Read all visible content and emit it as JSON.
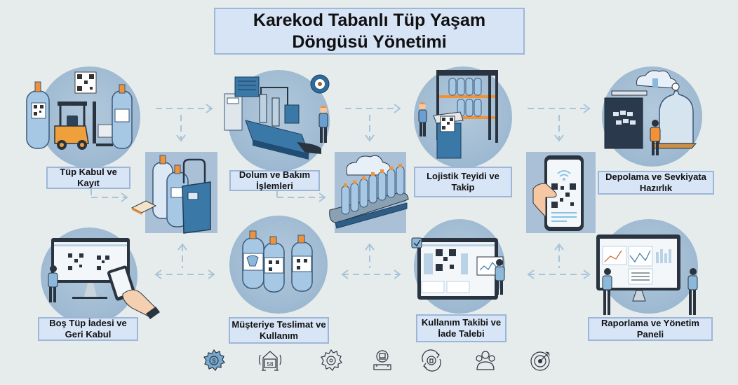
{
  "title": {
    "line1": "Karekod Tabanlı Tüp Yaşam",
    "line2": "Döngüsü Yönetimi"
  },
  "stages": [
    {
      "id": "tup-kabul",
      "line1": "Tüp Kabul ve",
      "line2": "Kayıt",
      "illustration": "forklift-cylinders-qr"
    },
    {
      "id": "dolum-bakim",
      "line1": "Dolum ve Bakım",
      "line2": "İşlemleri",
      "illustration": "filling-machine-worker"
    },
    {
      "id": "lojistik",
      "line1": "Lojistik Teyidi ve",
      "line2": "Takip",
      "illustration": "warehouse-rack-qr-scan"
    },
    {
      "id": "depolama",
      "line1": "Depolama ve Sevkiyata",
      "line2": "Hazırlık",
      "illustration": "storage-cloud-cylinder"
    },
    {
      "id": "bos-tup",
      "line1": "Boş Tüp İadesi ve",
      "line2": "Geri Kabul",
      "illustration": "monitor-phone-qr"
    },
    {
      "id": "musteri",
      "line1": "Müşteriye Teslimat ve",
      "line2": "Kullanım",
      "illustration": "three-cylinders-qr"
    },
    {
      "id": "kullanim",
      "line1": "Kullanım Takibi ve",
      "line2": "İade Talebi",
      "illustration": "dashboard-qr-chart"
    },
    {
      "id": "raporlama",
      "line1": "Raporlama ve Yönetim",
      "line2": "Paneli",
      "illustration": "management-dashboard"
    }
  ],
  "connectors": [
    {
      "id": "filling-station",
      "illustration": "cylinders-filling-unit"
    },
    {
      "id": "conveyor-cloud",
      "illustration": "cloud-conveyor-cylinders"
    },
    {
      "id": "phone-qr-scan",
      "illustration": "hand-phone-qr-wifi"
    }
  ],
  "bottom_icons": [
    {
      "name": "gear-dollar-icon",
      "text": "$"
    },
    {
      "name": "house-58-icon",
      "text": "58"
    },
    {
      "name": "gear-icon",
      "text": ""
    },
    {
      "name": "stamp-icon",
      "text": ""
    },
    {
      "name": "cycle-lock-icon",
      "text": ""
    },
    {
      "name": "team-icon",
      "text": ""
    },
    {
      "name": "target-icon",
      "text": ""
    }
  ],
  "colors": {
    "background": "#e6ecec",
    "label_fill": "#d7e5f7",
    "label_border": "#9db6d8",
    "circle": "#9db9d1",
    "arrow": "#a9c4d8",
    "cylinder": "#a7c8e4",
    "machine_blue": "#3a78a8",
    "accent_orange": "#f0923a",
    "dark_outline": "#2a3440"
  }
}
